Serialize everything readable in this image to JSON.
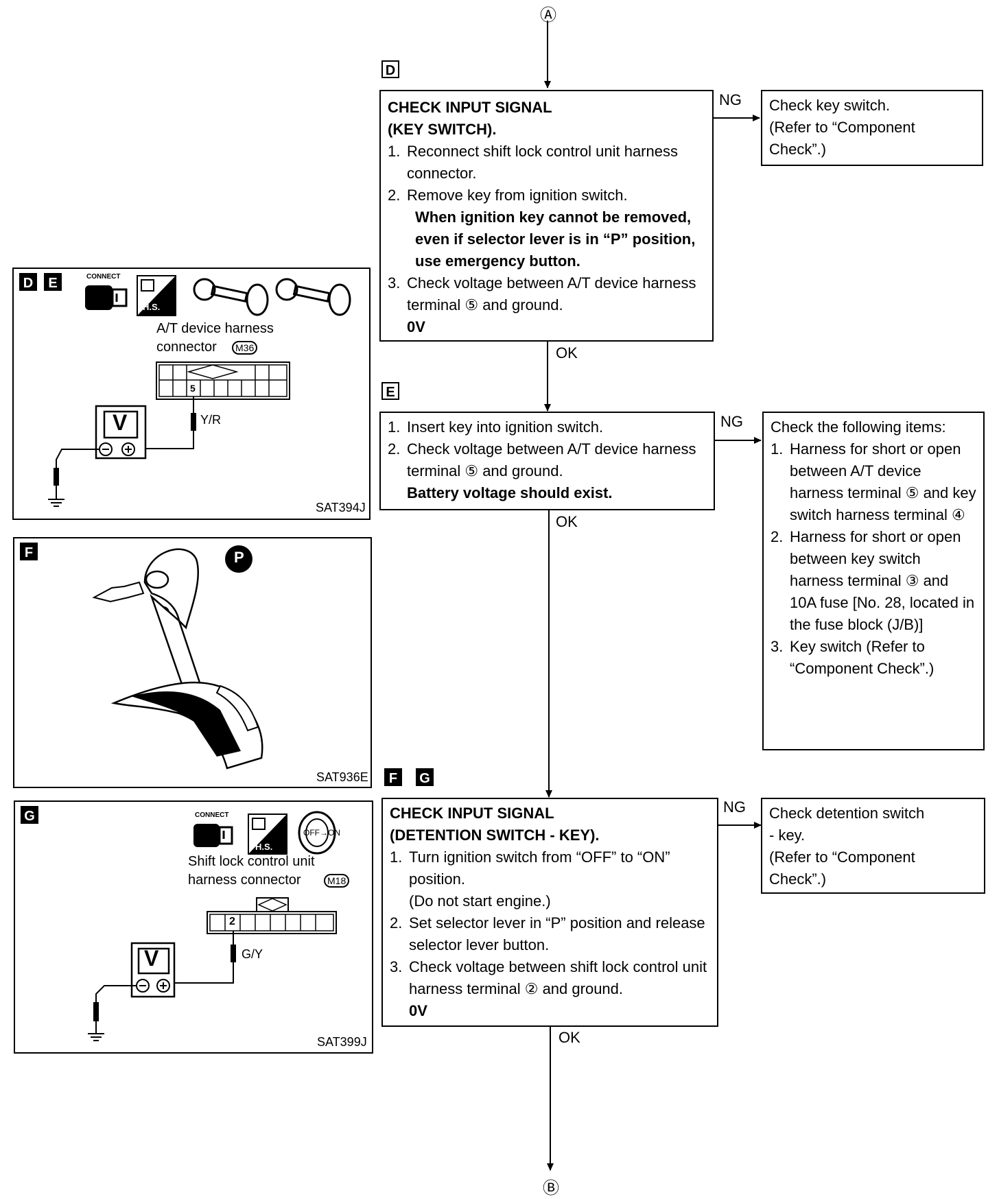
{
  "connectors": {
    "top": "Ⓐ",
    "bottom": "Ⓑ"
  },
  "steps": {
    "D": {
      "tag": "D",
      "title": [
        "CHECK INPUT SIGNAL",
        "(KEY SWITCH)."
      ],
      "lines": [
        {
          "n": "1.",
          "t": "Reconnect shift lock control unit harness connector."
        },
        {
          "n": "2.",
          "t": "Remove key from ignition switch."
        },
        {
          "n": "",
          "t": "When ignition key cannot be removed, even if selector lever is in “P” position, use emergency button.",
          "bold": true
        },
        {
          "n": "3.",
          "t": "Check voltage between A/T device harness terminal ⑤ and ground."
        },
        {
          "n": "",
          "t": "0V",
          "bold": true
        }
      ],
      "ng": "NG",
      "ok": "OK",
      "ng_box": [
        "Check key switch.",
        "(Refer to “Component",
        "Check”.)"
      ]
    },
    "E": {
      "tag": "E",
      "lines": [
        {
          "n": "1.",
          "t": "Insert key into ignition switch."
        },
        {
          "n": "2.",
          "t": "Check voltage between A/T device harness terminal ⑤ and ground."
        },
        {
          "n": "",
          "t": "Battery voltage should exist.",
          "bold": true
        }
      ],
      "ng": "NG",
      "ok": "OK",
      "ng_box": {
        "head": "Check the following items:",
        "items": [
          {
            "n": "1.",
            "t": "Harness for short or open between A/T device harness terminal ⑤ and key switch harness terminal ④"
          },
          {
            "n": "2.",
            "t": "Harness for short or open between key switch harness terminal ③ and 10A fuse [No. 28, located in the fuse block (J/B)]"
          },
          {
            "n": "3.",
            "t": "Key switch (Refer to “Component Check”.)"
          }
        ]
      }
    },
    "FG": {
      "tags": [
        "F",
        "G"
      ],
      "title": [
        "CHECK INPUT SIGNAL",
        "(DETENTION SWITCH - KEY)."
      ],
      "lines": [
        {
          "n": "1.",
          "t": "Turn ignition switch from “OFF” to “ON” position."
        },
        {
          "n": "",
          "t": "(Do not start engine.)"
        },
        {
          "n": "2.",
          "t": "Set selector lever in “P” position and release selector lever button."
        },
        {
          "n": "3.",
          "t": "Check voltage between shift lock control unit harness terminal ② and ground."
        },
        {
          "n": "",
          "t": "0V",
          "bold": true
        }
      ],
      "ng": "NG",
      "ok": "OK",
      "ng_box": [
        "Check detention switch",
        "- key.",
        "(Refer to “Component",
        "Check”.)"
      ]
    }
  },
  "figures": {
    "de": {
      "tags": [
        "D",
        "E"
      ],
      "connect": "CONNECT",
      "hs": "H.S.",
      "label1": "A/T device harness",
      "label2": "connector",
      "connector_id": "M36",
      "pin": "5",
      "wire": "Y/R",
      "meter": "V",
      "code": "SAT394J"
    },
    "f": {
      "tag": "F",
      "p": "P",
      "code": "SAT936E"
    },
    "g": {
      "tag": "G",
      "connect": "CONNECT",
      "hs": "H.S.",
      "off_on": "OFF→ON",
      "label1": "Shift lock control unit",
      "label2": "harness connector",
      "connector_id": "M18",
      "pin": "2",
      "wire": "G/Y",
      "meter": "V",
      "code": "SAT399J"
    }
  }
}
